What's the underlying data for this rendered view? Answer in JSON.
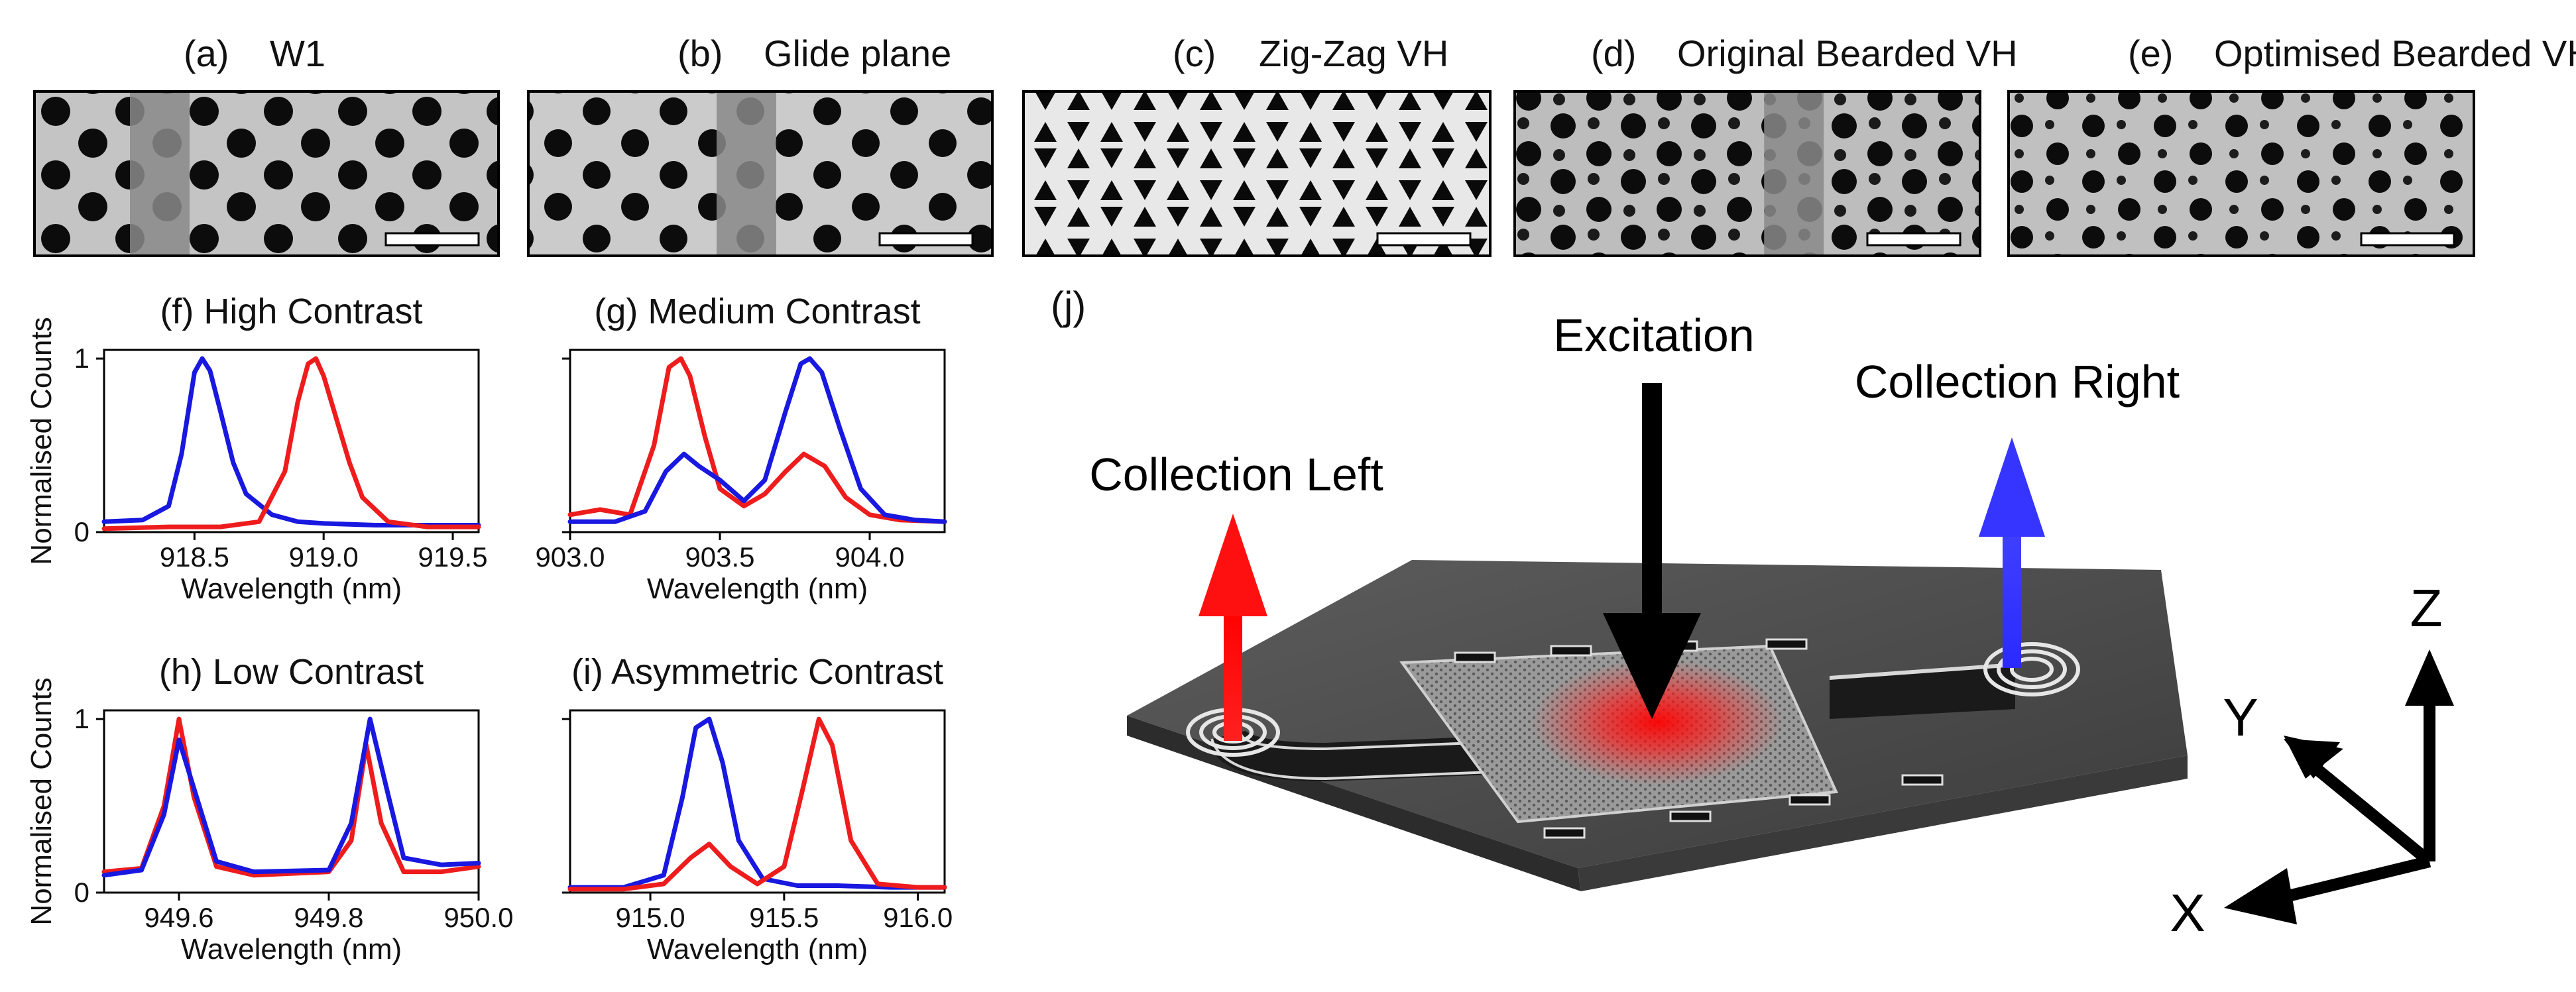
{
  "sem_panels": [
    {
      "label": "(a)",
      "title": "W1",
      "pattern": "w1"
    },
    {
      "label": "(b)",
      "title": "Glide plane",
      "pattern": "glide"
    },
    {
      "label": "(c)",
      "title": "Zig-Zag VH",
      "pattern": "zigzag"
    },
    {
      "label": "(d)",
      "title": "Original Bearded VH",
      "pattern": "bearded"
    },
    {
      "label": "(e)",
      "title": "Optimised Bearded VH",
      "pattern": "optimised"
    }
  ],
  "colors": {
    "red": "#ee1c1c",
    "blue": "#1818e0",
    "black": "#000000"
  },
  "chart_data": [
    {
      "type": "line",
      "title": "(f) High Contrast",
      "xlabel": "Wavelength (nm)",
      "ylabel": "Normalised Counts",
      "xlim": [
        918.15,
        919.6
      ],
      "ylim": [
        0,
        1.05
      ],
      "xticks": [
        918.5,
        919.0,
        919.5
      ],
      "xticklabels": [
        "918.5",
        "919.0",
        "919.5"
      ],
      "yticks": [
        0,
        1
      ],
      "yticklabels": [
        "0",
        "1"
      ],
      "series": [
        {
          "color": "blue",
          "x": [
            918.15,
            918.3,
            918.4,
            918.45,
            918.5,
            918.53,
            918.56,
            918.6,
            918.65,
            918.7,
            918.8,
            918.9,
            919.0,
            919.2,
            919.4,
            919.6
          ],
          "y": [
            0.06,
            0.07,
            0.15,
            0.45,
            0.92,
            1.0,
            0.93,
            0.7,
            0.4,
            0.22,
            0.1,
            0.06,
            0.05,
            0.04,
            0.04,
            0.04
          ]
        },
        {
          "color": "red",
          "x": [
            918.15,
            918.4,
            918.6,
            918.75,
            918.85,
            918.9,
            918.94,
            918.97,
            919.0,
            919.05,
            919.1,
            919.15,
            919.25,
            919.4,
            919.6
          ],
          "y": [
            0.02,
            0.03,
            0.03,
            0.06,
            0.35,
            0.75,
            0.97,
            1.0,
            0.9,
            0.65,
            0.4,
            0.2,
            0.06,
            0.03,
            0.03
          ]
        }
      ]
    },
    {
      "type": "line",
      "title": "(g) Medium Contrast",
      "xlabel": "Wavelength (nm)",
      "ylabel": "",
      "xlim": [
        903.0,
        904.25
      ],
      "ylim": [
        0,
        1.05
      ],
      "xticks": [
        903.0,
        903.5,
        904.0
      ],
      "xticklabels": [
        "903.0",
        "903.5",
        "904.0"
      ],
      "yticks": [
        0,
        1
      ],
      "yticklabels": [
        "",
        ""
      ],
      "series": [
        {
          "color": "red",
          "x": [
            903.0,
            903.1,
            903.2,
            903.28,
            903.33,
            903.37,
            903.4,
            903.45,
            903.5,
            903.58,
            903.65,
            903.72,
            903.78,
            903.85,
            903.92,
            904.0,
            904.1,
            904.25
          ],
          "y": [
            0.1,
            0.13,
            0.1,
            0.5,
            0.95,
            1.0,
            0.9,
            0.55,
            0.25,
            0.15,
            0.22,
            0.35,
            0.45,
            0.38,
            0.2,
            0.1,
            0.07,
            0.06
          ]
        },
        {
          "color": "blue",
          "x": [
            903.0,
            903.15,
            903.25,
            903.32,
            903.38,
            903.43,
            903.5,
            903.58,
            903.65,
            903.72,
            903.77,
            903.8,
            903.84,
            903.9,
            903.97,
            904.05,
            904.15,
            904.25
          ],
          "y": [
            0.06,
            0.06,
            0.12,
            0.35,
            0.45,
            0.38,
            0.3,
            0.18,
            0.3,
            0.7,
            0.97,
            1.0,
            0.92,
            0.6,
            0.25,
            0.1,
            0.07,
            0.06
          ]
        }
      ]
    },
    {
      "type": "line",
      "title": "(h) Low Contrast",
      "xlabel": "Wavelength (nm)",
      "ylabel": "Normalised Counts",
      "xlim": [
        949.5,
        950.0
      ],
      "ylim": [
        0,
        1.05
      ],
      "xticks": [
        949.6,
        949.8,
        950.0
      ],
      "xticklabels": [
        "949.6",
        "949.8",
        "950.0"
      ],
      "yticks": [
        0,
        1
      ],
      "yticklabels": [
        "0",
        "1"
      ],
      "series": [
        {
          "color": "red",
          "x": [
            949.5,
            949.55,
            949.58,
            949.6,
            949.62,
            949.65,
            949.7,
            949.8,
            949.83,
            949.85,
            949.87,
            949.9,
            949.95,
            950.0
          ],
          "y": [
            0.12,
            0.14,
            0.5,
            1.0,
            0.55,
            0.15,
            0.1,
            0.12,
            0.3,
            0.85,
            0.4,
            0.12,
            0.12,
            0.15
          ]
        },
        {
          "color": "blue",
          "x": [
            949.5,
            949.55,
            949.58,
            949.6,
            949.62,
            949.65,
            949.7,
            949.8,
            949.83,
            949.855,
            949.88,
            949.9,
            949.95,
            950.0
          ],
          "y": [
            0.1,
            0.13,
            0.45,
            0.88,
            0.6,
            0.18,
            0.12,
            0.13,
            0.4,
            1.0,
            0.55,
            0.2,
            0.16,
            0.17
          ]
        }
      ]
    },
    {
      "type": "line",
      "title": "(i) Asymmetric Contrast",
      "xlabel": "Wavelength (nm)",
      "ylabel": "",
      "xlim": [
        914.7,
        916.1
      ],
      "ylim": [
        0,
        1.05
      ],
      "xticks": [
        915.0,
        915.5,
        916.0
      ],
      "xticklabels": [
        "915.0",
        "915.5",
        "916.0"
      ],
      "yticks": [
        0,
        1
      ],
      "yticklabels": [
        "",
        ""
      ],
      "series": [
        {
          "color": "blue",
          "x": [
            914.7,
            914.9,
            915.05,
            915.12,
            915.17,
            915.22,
            915.27,
            915.33,
            915.42,
            915.55,
            915.7,
            915.9,
            916.1
          ],
          "y": [
            0.03,
            0.03,
            0.1,
            0.55,
            0.95,
            1.0,
            0.75,
            0.3,
            0.08,
            0.04,
            0.04,
            0.03,
            0.03
          ]
        },
        {
          "color": "red",
          "x": [
            914.7,
            914.9,
            915.05,
            915.15,
            915.22,
            915.3,
            915.4,
            915.5,
            915.57,
            915.63,
            915.68,
            915.75,
            915.85,
            916.0,
            916.1
          ],
          "y": [
            0.02,
            0.02,
            0.05,
            0.2,
            0.28,
            0.15,
            0.05,
            0.15,
            0.6,
            1.0,
            0.85,
            0.3,
            0.05,
            0.03,
            0.03
          ]
        }
      ]
    }
  ],
  "diagram": {
    "label": "(j)",
    "excitation": "Excitation",
    "collection_left": "Collection Left",
    "collection_right": "Collection Right",
    "axis_x": "X",
    "axis_y": "Y",
    "axis_z": "Z"
  }
}
